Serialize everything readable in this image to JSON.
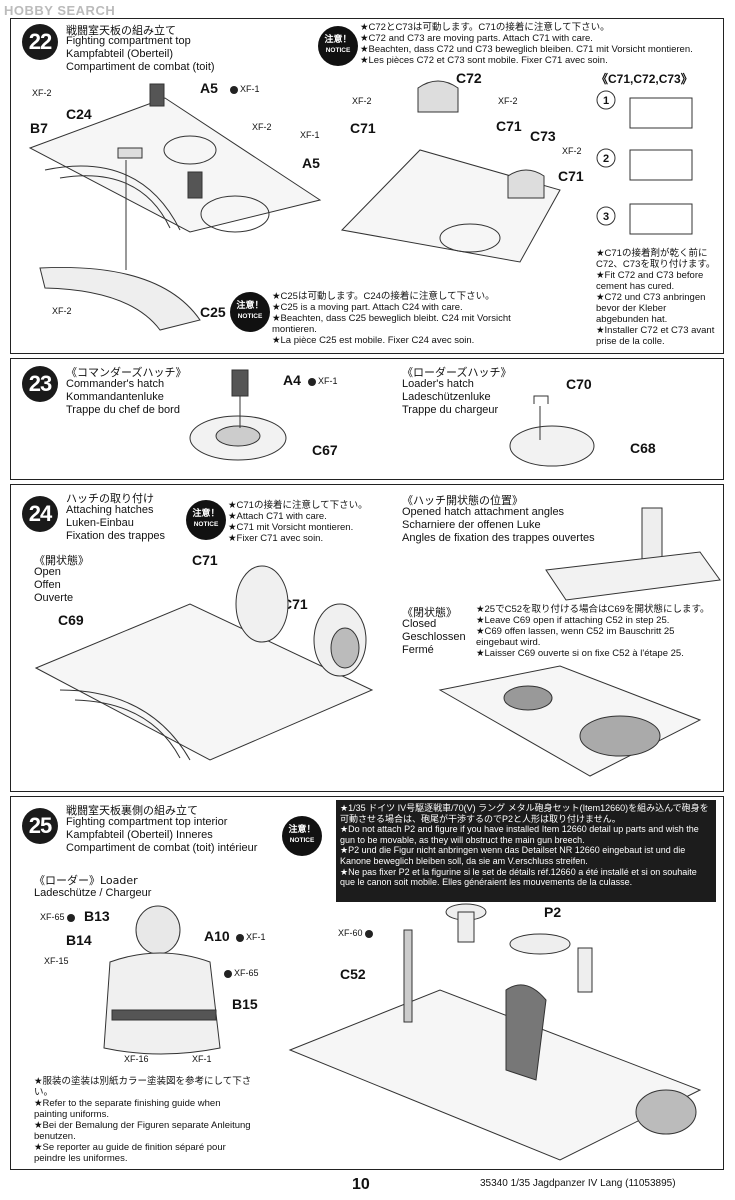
{
  "logo": "HOBBY SEARCH",
  "step22": {
    "number": "22",
    "title_jp": "戦闘室天板の組み立て",
    "title_en": "Fighting compartment top",
    "title_de": "Kampfabteil (Oberteil)",
    "title_fr": "Compartiment de combat (toit)",
    "notice1": [
      "★C72とC73は可動します。C71の接着に注意して下さい。",
      "★C72 and C73 are moving parts. Attach C71 with care.",
      "★Beachten, dass C72 und C73 beweglich bleiben. C71 mit Vorsicht montieren.",
      "★Les pièces C72 et C73 sont mobile. Fixer C71 avec soin."
    ],
    "notice2": [
      "★C25は可動します。C24の接着に注意して下さい。",
      "★C25 is a moving part. Attach C24 with care.",
      "★Beachten, dass C25 beweglich bleibt. C24 mit Vorsicht montieren.",
      "★La pièce C25 est mobile. Fixer C24 avec soin."
    ],
    "side_title": "《C71,C72,C73》",
    "side_notes": [
      "★C71の接着剤が乾く前にC72、C73を取り付けます。",
      "★Fit C72 and C73 before cement has cured.",
      "★C72 und C73 anbringen bevor der Kleber abgebunden hat.",
      "★Installer C72 et C73 avant prise de la colle."
    ],
    "labels": [
      "B7",
      "C24",
      "A5",
      "A5",
      "C25",
      "C72",
      "C71",
      "C71",
      "C73",
      "C71"
    ],
    "paints": [
      "XF-2",
      "XF-1",
      "XF-2",
      "XF-1",
      "XF-2",
      "XF-2",
      "XF-2",
      "XF-2"
    ]
  },
  "step23": {
    "number": "23",
    "left_jp": "《コマンダーズハッチ》",
    "left_en": "Commander's hatch",
    "left_de": "Kommandantenluke",
    "left_fr": "Trappe du chef de bord",
    "right_jp": "《ローダーズハッチ》",
    "right_en": "Loader's hatch",
    "right_de": "Ladeschützenluke",
    "right_fr": "Trappe du chargeur",
    "labels": [
      "A4",
      "C67",
      "C70",
      "C68"
    ],
    "paint": "XF-1"
  },
  "step24": {
    "number": "24",
    "title_jp": "ハッチの取り付け",
    "title_en": "Attaching hatches",
    "title_de": "Luken-Einbau",
    "title_fr": "Fixation des trappes",
    "notice": [
      "★C71の接着に注意して下さい。",
      "★Attach C71 with care.",
      "★C71 mit Vorsicht montieren.",
      "★Fixer C71 avec soin."
    ],
    "angle_jp": "《ハッチ開状態の位置》",
    "angle_en": "Opened hatch attachment angles",
    "angle_de": "Scharniere der offenen Luke",
    "angle_fr": "Angles de fixation des trappes ouvertes",
    "open_jp": "《開状態》",
    "open_en": "Open",
    "open_de": "Offen",
    "open_fr": "Ouverte",
    "closed_jp": "《閉状態》",
    "closed_en": "Closed",
    "closed_de": "Geschlossen",
    "closed_fr": "Fermé",
    "closed_notes": [
      "★25でC52を取り付ける場合はC69を開状態にします。",
      "★Leave C69 open if attaching C52 in step 25.",
      "★C69 offen lassen, wenn C52 im Bauschritt 25 eingebaut wird.",
      "★Laisser C69 ouverte si on fixe C52 à l'étape 25."
    ],
    "labels": [
      "C71",
      "C71",
      "C69"
    ]
  },
  "step25": {
    "number": "25",
    "title_jp": "戦闘室天板裏側の組み立て",
    "title_en": "Fighting compartment top interior",
    "title_de": "Kampfabteil (Oberteil) Inneres",
    "title_fr": "Compartiment de combat (toit) intérieur",
    "notice": [
      "★1/35 ドイツ IV号駆逐戦車/70(V) ラング メタル砲身セット(Item12660)を組み込んで砲身を可動させる場合は、砲尾が干渉するのでP2と人形は取り付けません。",
      "★Do not attach P2 and figure if you have installed Item 12660 detail up parts and wish the gun to be movable, as they will obstruct the main gun breech.",
      "★P2 und die Figur nicht anbringen wenn das Detailset NR 12660 eingebaut ist und die Kanone beweglich bleiben soll, da sie am V.erschluss streifen.",
      "★Ne pas fixer P2 et la figurine si le set de détails réf.12660 a été installé et si on souhaite que le canon soit mobile. Elles généraient les mouvements de la culasse."
    ],
    "loader_jp": "《ローダー》Loader",
    "loader_other": "Ladeschütze / Chargeur",
    "uniform_notes": [
      "★服装の塗装は別紙カラー塗装図を参考にして下さい。",
      "★Refer to the separate finishing guide when painting uniforms.",
      "★Bei der Bemalung der Figuren separate Anleitung benutzen.",
      "★Se reporter au guide de finition séparé pour peindre les uniformes."
    ],
    "labels": [
      "B13",
      "B14",
      "A10",
      "B15",
      "P2",
      "C52"
    ],
    "paints": [
      "XF-65",
      "XF-1",
      "XF-15",
      "XF-65",
      "XF-16",
      "XF-1",
      "XF-60"
    ]
  },
  "notice_label": "注意！",
  "notice_sub": "NOTICE",
  "footer": {
    "page": "10",
    "code": "35340 1/35 Jagdpanzer IV Lang (11053895)"
  }
}
